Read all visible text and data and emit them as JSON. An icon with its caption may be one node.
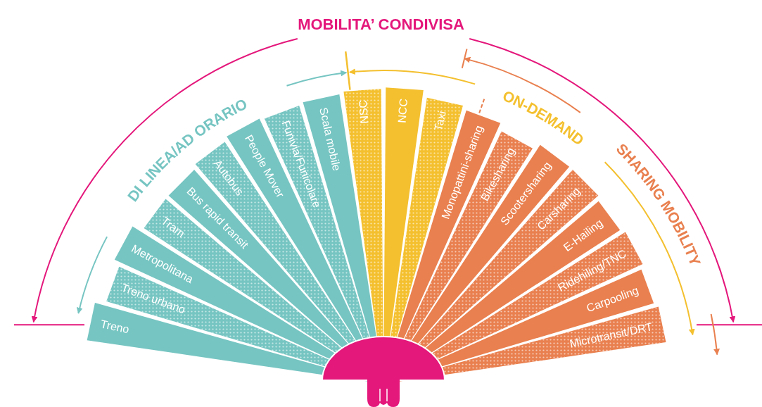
{
  "diagram": {
    "title": "MOBILITA’ CONDIVISA",
    "nodes": [
      {
        "text": [
          "Treno"
        ]
      },
      {
        "text": [
          "Treno urbano"
        ]
      },
      {
        "text": [
          "Metropolitana"
        ]
      },
      {
        "text": [
          "Tram"
        ]
      },
      {
        "text": [
          "Bus rapid transit"
        ]
      },
      {
        "text": [
          "Autobus"
        ]
      },
      {
        "text": [
          "People Mover"
        ]
      },
      {
        "text": [
          "Funivia/Funicolare"
        ]
      },
      {
        "text": [
          "Scala mobile"
        ]
      },
      {
        "text": [
          "NSC"
        ]
      },
      {
        "text": [
          "NCC"
        ]
      },
      {
        "text": [
          "Taxi"
        ]
      },
      {
        "text": [
          "Monopattini-sharing"
        ]
      },
      {
        "text": [
          "Bikesharing"
        ]
      },
      {
        "text": [
          "Scootersharing"
        ]
      },
      {
        "text": [
          "Carsharing"
        ]
      },
      {
        "text": [
          "E-Hailing"
        ]
      },
      {
        "text": [
          "Ridehiling/TNC"
        ]
      },
      {
        "text": [
          "Carpooling"
        ]
      },
      {
        "text": [
          "Microtransit/DRT"
        ]
      }
    ],
    "labels": [
      "DI LINEA/AD ORARIO",
      "ON-DEMAND",
      "SHARING MOBILITY"
    ]
  }
}
